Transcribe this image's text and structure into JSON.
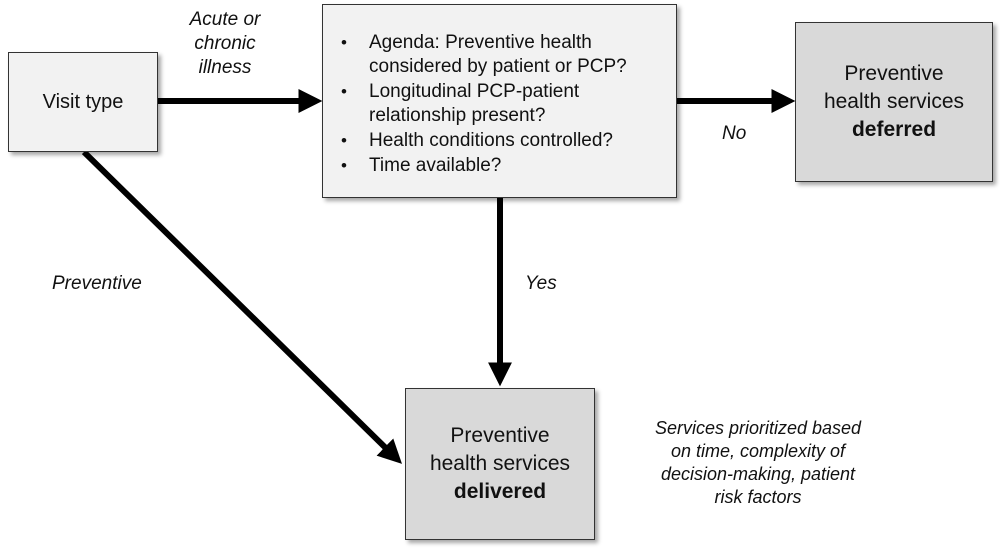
{
  "visit_box": {
    "label": "Visit type"
  },
  "criteria_box": {
    "items": [
      "Agenda: Preventive health considered by patient or PCP?",
      "Longitudinal PCP-patient relationship present?",
      "Health conditions controlled?",
      "Time available?"
    ],
    "bullet": "•"
  },
  "deferred_box": {
    "line1": "Preventive",
    "line2": "health services",
    "line3": "deferred"
  },
  "delivered_box": {
    "line1": "Preventive",
    "line2": "health services",
    "line3": "delivered"
  },
  "edge_labels": {
    "acute_line1": "Acute or",
    "acute_line2": "chronic",
    "acute_line3": "illness",
    "no": "No",
    "yes": "Yes",
    "preventive": "Preventive"
  },
  "note": {
    "line1": "Services prioritized based",
    "line2": "on time, complexity of",
    "line3": "decision-making, patient",
    "line4": "risk factors"
  },
  "colors": {
    "light_box": "#f2f2f2",
    "dark_box": "#d9d9d9",
    "arrow": "#000000"
  }
}
